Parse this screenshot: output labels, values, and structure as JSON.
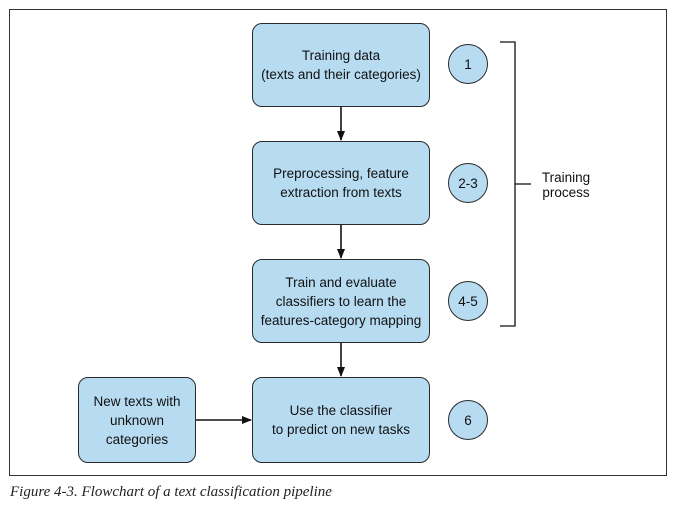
{
  "diagram": {
    "nodes": [
      {
        "id": "training-data",
        "label": "Training data\n(texts and their categories)"
      },
      {
        "id": "preprocessing",
        "label": "Preprocessing, feature\nextraction from texts"
      },
      {
        "id": "train-evaluate",
        "label": "Train and evaluate\nclassifiers to learn the\nfeatures-category mapping"
      },
      {
        "id": "use-classifier",
        "label": "Use the classifier\nto predict on new tasks"
      },
      {
        "id": "new-texts",
        "label": "New texts with\nunknown\ncategories"
      }
    ],
    "steps": [
      "1",
      "2-3",
      "4-5",
      "6"
    ],
    "bracket_label": "Training\nprocess",
    "edges": [
      {
        "from": "training-data",
        "to": "preprocessing"
      },
      {
        "from": "preprocessing",
        "to": "train-evaluate"
      },
      {
        "from": "train-evaluate",
        "to": "use-classifier"
      },
      {
        "from": "new-texts",
        "to": "use-classifier"
      }
    ],
    "colors": {
      "box_fill": "#b7dcf2",
      "stroke": "#2a2a2a"
    }
  },
  "caption": "Figure 4-3. Flowchart of a text classification pipeline"
}
